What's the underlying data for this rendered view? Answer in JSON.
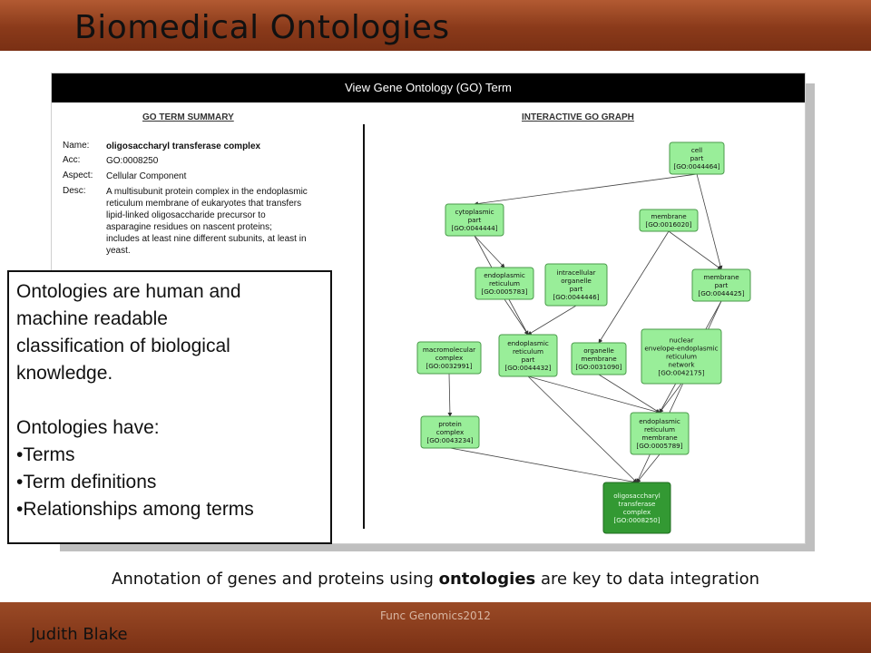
{
  "slide": {
    "title": "Biomedical Ontologies",
    "caption_before": "Annotation of genes and proteins using ",
    "caption_bold": "ontologies",
    "caption_after": " are key to data integration",
    "author": "Judith Blake",
    "footer_center": "Func Genomics2012"
  },
  "colors": {
    "title_bar": "#8a3a1a",
    "node_fill": "#99ee99",
    "node_selected": "#339933"
  },
  "go_page": {
    "header": "View Gene Ontology (GO) Term",
    "summary_title": "GO TERM SUMMARY",
    "graph_title": "INTERACTIVE GO GRAPH",
    "fields": [
      {
        "key": "Name:",
        "value": "oligosaccharyl transferase complex"
      },
      {
        "key": "Acc:",
        "value": "GO:0008250"
      },
      {
        "key": "Aspect:",
        "value": "Cellular Component"
      },
      {
        "key": "Desc:",
        "value": "A multisubunit protein complex in the endoplasmic reticulum membrane of eukaryotes that transfers lipid-linked oligosaccharide precursor to asparagine residues on nascent proteins; includes at least nine different subunits, at least in yeast."
      }
    ]
  },
  "go_graph": {
    "nodes": [
      {
        "id": "cell_part",
        "lines": [
          "cell",
          "part",
          "[GO:0044464]"
        ]
      },
      {
        "id": "membrane",
        "lines": [
          "membrane",
          "[GO:0016020]"
        ]
      },
      {
        "id": "cytoplasmic_part",
        "lines": [
          "cytoplasmic",
          "part",
          "[GO:0044444]"
        ]
      },
      {
        "id": "er",
        "lines": [
          "endoplasmic",
          "reticulum",
          "[GO:0005783]"
        ]
      },
      {
        "id": "intracellular_organelle_part",
        "lines": [
          "intracellular",
          "organelle",
          "part",
          "[GO:0044446]"
        ]
      },
      {
        "id": "membrane_part",
        "lines": [
          "membrane",
          "part",
          "[GO:0044425]"
        ]
      },
      {
        "id": "macromolecular_complex",
        "lines": [
          "macromolecular",
          "complex",
          "[GO:0032991]"
        ]
      },
      {
        "id": "er_part",
        "lines": [
          "endoplasmic",
          "reticulum",
          "part",
          "[GO:0044432]"
        ]
      },
      {
        "id": "organelle_membrane",
        "lines": [
          "organelle",
          "membrane",
          "[GO:0031090]"
        ]
      },
      {
        "id": "nuclear_envelope",
        "lines": [
          "nuclear",
          "envelope-endoplasmic",
          "reticulum",
          "network",
          "[GO:0042175]"
        ]
      },
      {
        "id": "protein_complex",
        "lines": [
          "protein",
          "complex",
          "[GO:0043234]"
        ]
      },
      {
        "id": "er_membrane",
        "lines": [
          "endoplasmic",
          "reticulum",
          "membrane",
          "[GO:0005789]"
        ]
      },
      {
        "id": "ost_complex",
        "lines": [
          "oligosaccharyl",
          "transferase",
          "complex",
          "[GO:0008250]"
        ],
        "selected": true
      }
    ],
    "edges": [
      [
        "cell_part",
        "cytoplasmic_part"
      ],
      [
        "cell_part",
        "membrane_part"
      ],
      [
        "membrane",
        "membrane_part"
      ],
      [
        "membrane",
        "organelle_membrane"
      ],
      [
        "cytoplasmic_part",
        "er"
      ],
      [
        "er",
        "er_part"
      ],
      [
        "intracellular_organelle_part",
        "er_part"
      ],
      [
        "cytoplasmic_part",
        "er_part"
      ],
      [
        "macromolecular_complex",
        "protein_complex"
      ],
      [
        "protein_complex",
        "ost_complex"
      ],
      [
        "er_part",
        "er_membrane"
      ],
      [
        "organelle_membrane",
        "er_membrane"
      ],
      [
        "nuclear_envelope",
        "er_membrane"
      ],
      [
        "membrane_part",
        "er_membrane"
      ],
      [
        "er_membrane",
        "ost_complex"
      ],
      [
        "er_part",
        "ost_complex"
      ],
      [
        "membrane_part",
        "ost_complex"
      ]
    ]
  },
  "callout": {
    "lines": [
      "Ontologies are human and",
      "machine readable",
      "classification of biological",
      "knowledge."
    ],
    "have_heading": "Ontologies have:",
    "bullets": [
      "•Terms",
      "•Term definitions",
      "•Relationships among terms"
    ]
  }
}
